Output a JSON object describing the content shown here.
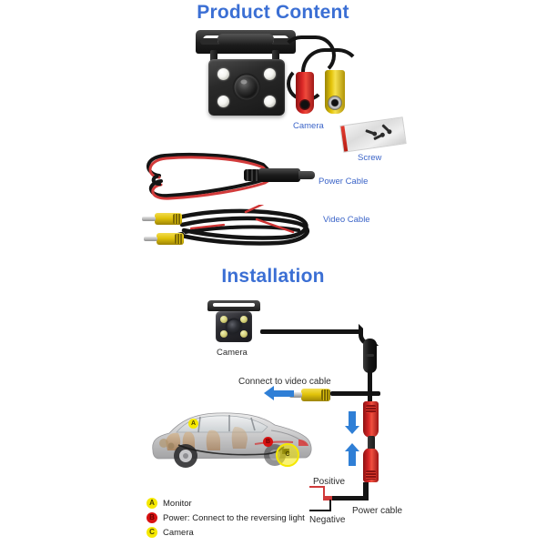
{
  "sections": {
    "product": {
      "title": "Product Content"
    },
    "installation": {
      "title": "Installation"
    }
  },
  "product_items": [
    {
      "label": "Camera",
      "icon": "camera-module-icon"
    },
    {
      "label": "Screw",
      "icon": "screw-bag-icon"
    },
    {
      "label": "Power Cable",
      "icon": "power-cable-icon"
    },
    {
      "label": "Video Cable",
      "icon": "video-cable-icon"
    }
  ],
  "installation": {
    "camera_label": "Camera",
    "connect_note": "Connect  to video cable",
    "power_cable_label": "Power cable",
    "positive_label": "Positive",
    "negative_label": "Negative"
  },
  "legend": [
    {
      "key": "A",
      "badge_color": "#f5e800",
      "text": "Monitor"
    },
    {
      "key": "B",
      "badge_color": "#d81111",
      "text": "Power: Connect to the reversing light"
    },
    {
      "key": "C",
      "badge_color": "#f5e800",
      "text": "Camera"
    }
  ],
  "car_badges": [
    {
      "key": "A"
    },
    {
      "key": "B"
    },
    {
      "key": "C"
    }
  ],
  "colors": {
    "heading_blue": "#3b6fd4",
    "label_blue": "#3b64c8",
    "arrow_blue": "#2f7fd6",
    "connector_red": "#d62525",
    "connector_yellow": "#e2c40b",
    "badge_yellow": "#f5e800",
    "badge_red": "#d81111",
    "background": "#ffffff"
  }
}
